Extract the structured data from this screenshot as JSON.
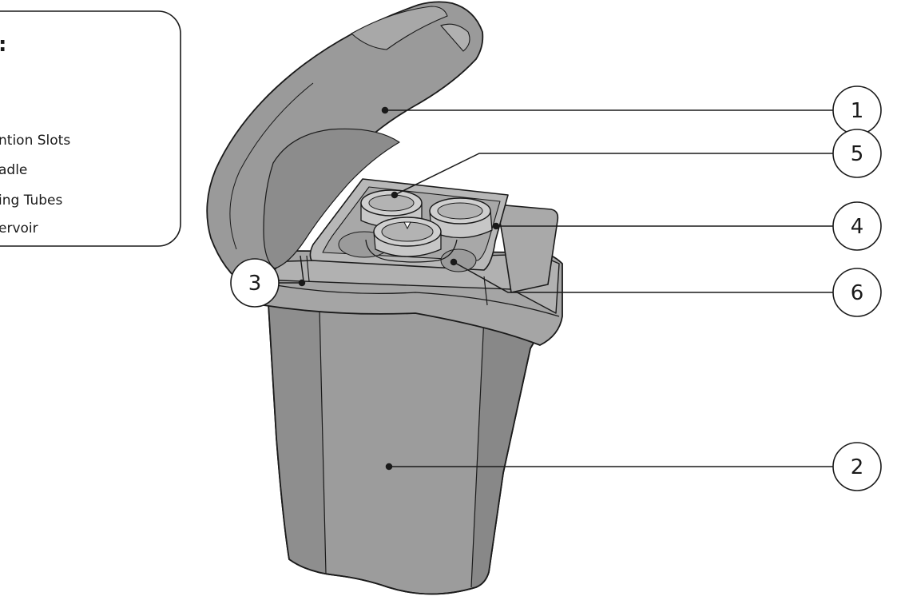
{
  "legend": {
    "title": ":",
    "items": [
      "ntion Slots",
      "adle",
      "ing Tubes",
      "ervoir"
    ]
  },
  "callouts": {
    "c1": "1",
    "c2": "2",
    "c3": "3",
    "c4": "4",
    "c5": "5",
    "c6": "6"
  },
  "colors": {
    "body": "#9c9c9c",
    "body_dark": "#858585",
    "lid": "#9a9a9a",
    "cradle": "#bdbdbd",
    "outline": "#1a1a1a"
  }
}
